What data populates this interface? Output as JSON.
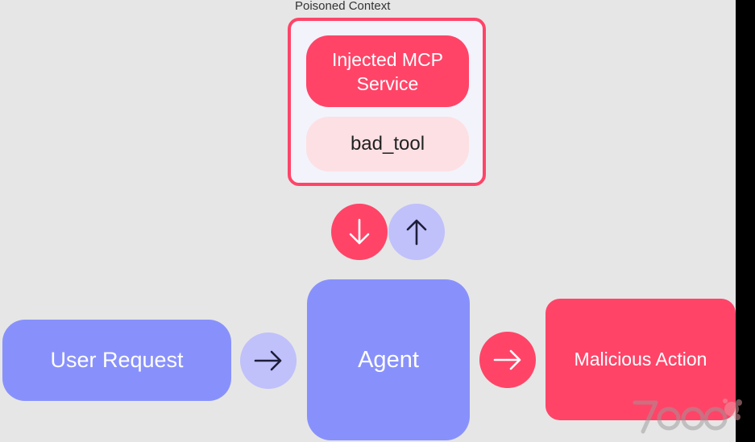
{
  "context": {
    "label": "Poisoned Context",
    "mcp_service": "Injected MCP Service",
    "bad_tool": "bad_tool"
  },
  "nodes": {
    "user_request": "User Request",
    "agent": "Agent",
    "malicious_action": "Malicious Action"
  },
  "arrows": {
    "context_to_agent": "arrow-down-icon",
    "agent_to_context": "arrow-up-icon",
    "user_to_agent": "arrow-right-icon",
    "agent_to_action": "arrow-right-icon"
  },
  "colors": {
    "danger": "#ff4468",
    "danger_light": "#fde0e4",
    "agent": "#8891fb",
    "connector_light": "#c0c0fb",
    "background": "#e6e6e6"
  }
}
